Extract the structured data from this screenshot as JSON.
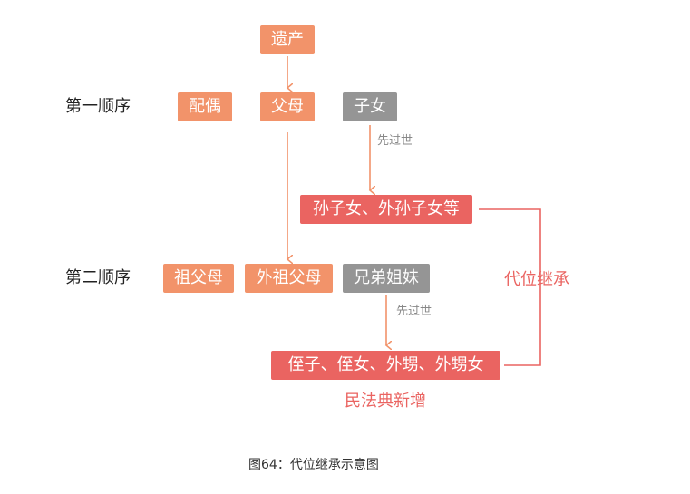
{
  "nodes": {
    "estate": "遗产",
    "spouse": "配偶",
    "parents": "父母",
    "children": "子女",
    "grandchildren": "孙子女、外孙子女等",
    "paternal_grandparents": "祖父母",
    "maternal_grandparents": "外祖父母",
    "siblings": "兄弟姐妹",
    "nephews_nieces": "侄子、侄女、外甥、外甥女"
  },
  "labels": {
    "first_order": "第一顺序",
    "second_order": "第二顺序",
    "predeceased_1": "先过世",
    "predeceased_2": "先过世",
    "representation": "代位继承",
    "civil_code_new": "民法典新增"
  },
  "caption": "图64：代位继承示意图",
  "colors": {
    "orange": "#f2936a",
    "gray": "#959595",
    "red": "#ea6461"
  }
}
